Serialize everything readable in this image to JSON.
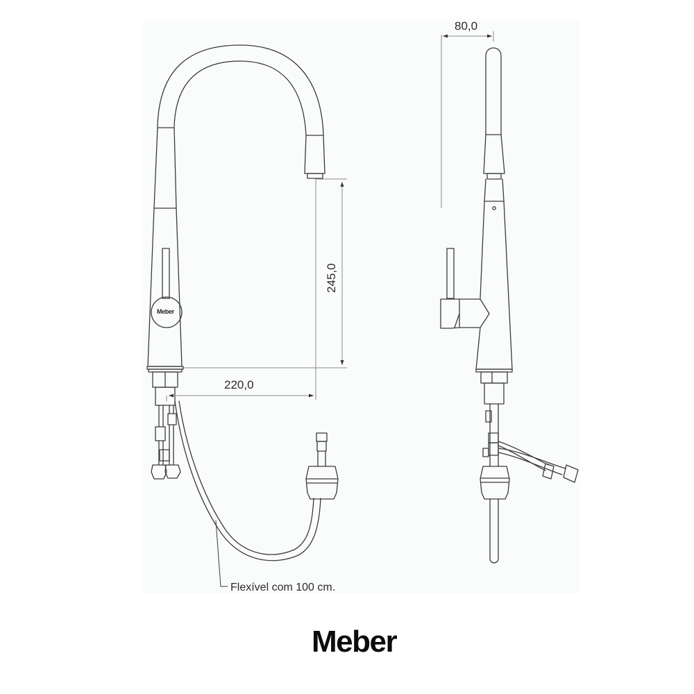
{
  "drawing": {
    "title": "Technical drawing – pull-down kitchen faucet, front and side views",
    "colors": {
      "background": "#ffffff",
      "panel": "#fafbfb",
      "line": "#3a3a3a",
      "dimension_line": "#8a8a8a",
      "text": "#2b2b2b"
    },
    "front_view": {
      "dimensions": {
        "spout_height": "245,0",
        "spout_reach": "220,0"
      },
      "handle_badge": "Meber",
      "hose_caption": "Flexível com 100 cm."
    },
    "side_view": {
      "dimensions": {
        "spout_offset": "80,0"
      }
    }
  },
  "brand": {
    "logo_text": "Meber"
  }
}
